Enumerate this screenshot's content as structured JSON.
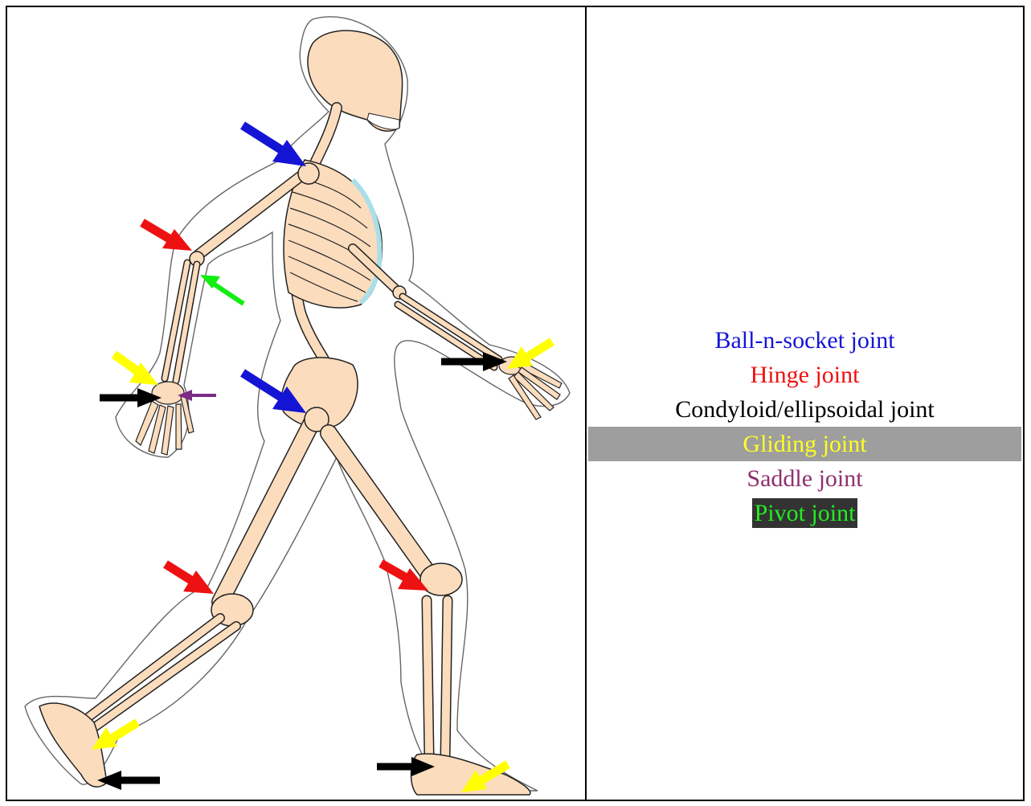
{
  "legend": {
    "items": [
      {
        "label": "Ball-n-socket joint",
        "color": "#1515d6"
      },
      {
        "label": "Hinge joint",
        "color": "#ee1111"
      },
      {
        "label": "Condyloid/ellipsoidal joint",
        "color": "#000000"
      },
      {
        "label": "Gliding joint",
        "color": "#ffff22"
      },
      {
        "label": "Saddle joint",
        "color": "#8f2f6e"
      },
      {
        "label": "Pivot joint",
        "color": "#22ee22"
      }
    ]
  },
  "colors": {
    "bone_fill": "#fbdcbd",
    "bone_stroke": "#222222",
    "body_outline": "#333333",
    "cartilage": "#a9dfe8",
    "ball_socket_arrow": "#1414d4",
    "hinge_arrow": "#ee1111",
    "condyloid_arrow": "#000000",
    "gliding_arrow": "#ffff00",
    "saddle_arrow": "#7b2a86",
    "pivot_arrow": "#11ee11"
  }
}
